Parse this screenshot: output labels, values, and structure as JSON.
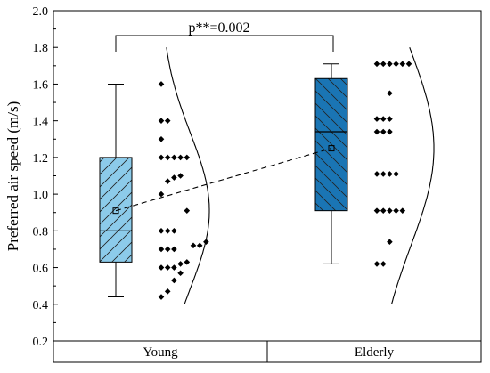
{
  "chart_data": {
    "type": "box",
    "ylabel": "Preferred air speed (m/s)",
    "ylim": [
      0.2,
      2.0
    ],
    "yticks": [
      "0.2",
      "0.4",
      "0.6",
      "0.8",
      "1.0",
      "1.2",
      "1.4",
      "1.6",
      "1.8",
      "2.0"
    ],
    "categories": [
      "Young",
      "Elderly"
    ],
    "annotation": "p**=0.002",
    "colors": {
      "young": "#8ccbea",
      "elderly": "#1a75b4"
    },
    "boxes": [
      {
        "name": "Young",
        "whisker_low": 0.44,
        "q1": 0.63,
        "median": 0.8,
        "q3": 1.2,
        "whisker_high": 1.6,
        "mean": 0.91,
        "points": [
          [
            1.6,
            0
          ],
          [
            1.4,
            0
          ],
          [
            1.4,
            1
          ],
          [
            1.3,
            0
          ],
          [
            1.2,
            0
          ],
          [
            1.2,
            1
          ],
          [
            1.2,
            2
          ],
          [
            1.2,
            3
          ],
          [
            1.2,
            4
          ],
          [
            1.1,
            3
          ],
          [
            1.09,
            2
          ],
          [
            1.07,
            1
          ],
          [
            1.0,
            0
          ],
          [
            0.91,
            4
          ],
          [
            0.8,
            0
          ],
          [
            0.8,
            1
          ],
          [
            0.8,
            2
          ],
          [
            0.74,
            7
          ],
          [
            0.72,
            5
          ],
          [
            0.72,
            6
          ],
          [
            0.7,
            0
          ],
          [
            0.7,
            1
          ],
          [
            0.7,
            2
          ],
          [
            0.63,
            4
          ],
          [
            0.62,
            3
          ],
          [
            0.6,
            0
          ],
          [
            0.6,
            1
          ],
          [
            0.6,
            2
          ],
          [
            0.57,
            3
          ],
          [
            0.53,
            2
          ],
          [
            0.47,
            1
          ],
          [
            0.44,
            0
          ]
        ]
      },
      {
        "name": "Elderly",
        "whisker_low": 0.62,
        "q1": 0.91,
        "median": 1.34,
        "q3": 1.63,
        "whisker_high": 1.71,
        "mean": 1.25,
        "points": [
          [
            1.71,
            0
          ],
          [
            1.71,
            1
          ],
          [
            1.71,
            2
          ],
          [
            1.71,
            3
          ],
          [
            1.71,
            4
          ],
          [
            1.71,
            5
          ],
          [
            1.55,
            2
          ],
          [
            1.41,
            0
          ],
          [
            1.41,
            1
          ],
          [
            1.41,
            2
          ],
          [
            1.34,
            0
          ],
          [
            1.34,
            1
          ],
          [
            1.34,
            2
          ],
          [
            1.11,
            0
          ],
          [
            1.11,
            1
          ],
          [
            1.11,
            2
          ],
          [
            1.11,
            3
          ],
          [
            0.91,
            0
          ],
          [
            0.91,
            1
          ],
          [
            0.91,
            2
          ],
          [
            0.91,
            3
          ],
          [
            0.91,
            4
          ],
          [
            0.74,
            2
          ],
          [
            0.62,
            0
          ],
          [
            0.62,
            1
          ]
        ]
      }
    ]
  }
}
